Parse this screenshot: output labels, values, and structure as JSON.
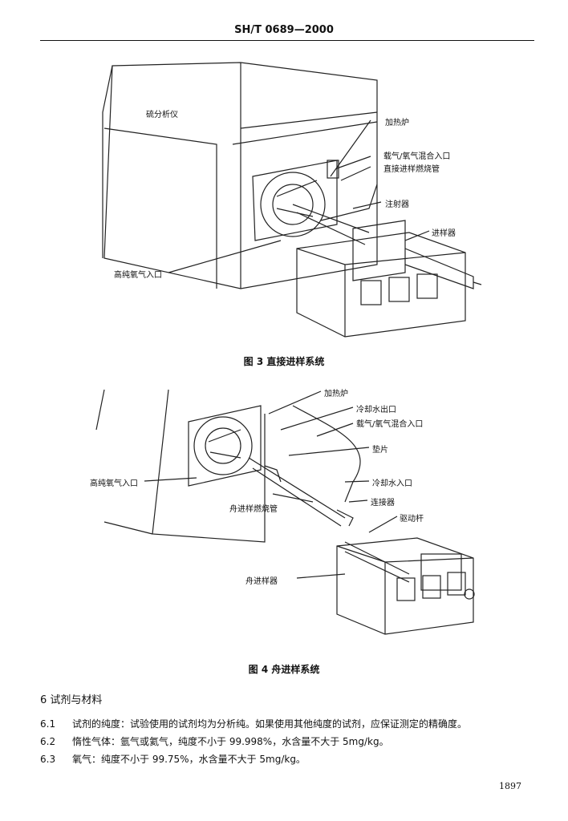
{
  "header": {
    "standard_code": "SH/T 0689—2000"
  },
  "figure3": {
    "caption": "图 3   直接进样系统",
    "labels": {
      "analyzer": "硫分析仪",
      "furnace": "加热炉",
      "carrier_inlet": "载气/氧气混合入口",
      "direct_tube": "直接进样燃烧管",
      "syringe": "注射器",
      "injector": "进样器",
      "oxygen_inlet": "高纯氧气入口"
    }
  },
  "figure4": {
    "caption": "图 4   舟进样系统",
    "labels": {
      "furnace": "加热炉",
      "cooling_outlet": "冷却水出口",
      "carrier_inlet": "载气/氧气混合入口",
      "septum": "垫片",
      "oxygen_inlet": "高纯氧气入口",
      "cooling_inlet": "冷却水入口",
      "boat_tube": "舟进样燃烧管",
      "connector": "连接器",
      "drive_rod": "驱动杆",
      "boat_injector": "舟进样器"
    }
  },
  "section": {
    "heading": "6   试剂与材料",
    "clauses": [
      {
        "num": "6.1",
        "text": "试剂的纯度：试验使用的试剂均为分析纯。如果使用其他纯度的试剂，应保证测定的精确度。"
      },
      {
        "num": "6.2",
        "text": "惰性气体：氩气或氦气，纯度不小于 99.998%，水含量不大于 5mg/kg。"
      },
      {
        "num": "6.3",
        "text": "氧气：纯度不小于 99.75%，水含量不大于 5mg/kg。"
      }
    ]
  },
  "page_number": "1897"
}
